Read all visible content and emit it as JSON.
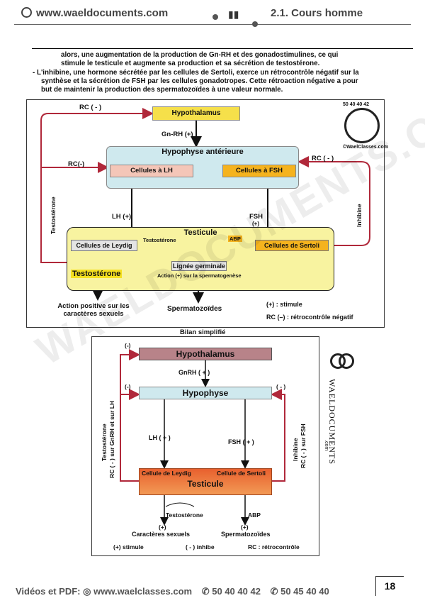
{
  "header": {
    "site": "www.waeldocuments.com",
    "title": "2.1. Cours homme"
  },
  "text": {
    "line1": "alors, une augmentation de la production de Gn-RH et des gonadostimulines, ce qui",
    "line2": "stimule le testicule et augmente sa production et sa sécrétion de testostérone.",
    "line3": "- L'inhibine, une hormone sécrétée par les cellules de Sertoli, exerce un rétrocontrôle négatif sur la",
    "line4": "synthèse et la sécrétion de FSH par les cellules gonadotropes. Cette rétroaction négative a pour",
    "line5": "but de maintenir la production des spermatozoïdes à une valeur normale."
  },
  "fig1": {
    "rc_top": "RC ( - )",
    "hypothalamus": "Hypothalamus",
    "gnrh": "Gn-RH (+)",
    "hypophyse": "Hypophyse antérieure",
    "rc_left": "RC(-)",
    "rc_right": "RC ( - )",
    "cell_lh": "Cellules à LH",
    "cell_fsh": "Cellules à FSH",
    "testosterone_side": "Testostérone",
    "inhibine_side": "Inhibine",
    "lh": "LH     (+)",
    "fsh": "FSH",
    "fsh_plus": "(+)",
    "testicule": "Testicule",
    "leydig": "Cellules de Leydig",
    "testo_small": "Testostérone",
    "abp": "ABP",
    "sertoli": "Cellules de Sertoli",
    "testosterone": "Testostérone",
    "lignee": "Lignée germinale",
    "action_sperm": "Action (+) sur la spermatogenèse",
    "action_pos_1": "Action positive sur les",
    "action_pos_2": "caractères sexuels",
    "spermatozoides": "Spermatozoïdes",
    "legend_plus": "(+) : stimule",
    "legend_rc": "RC (–) : rétrocontrôle négatif"
  },
  "fig2": {
    "title": "Bilan simplifié",
    "minus1": "(-)",
    "minus2": "(-)",
    "minus3": "( - )",
    "hypothalamus": "Hypothalamus",
    "gnrh": "GnRH  ( + )",
    "hypophyse": "Hypophyse",
    "left_vert_1": "Testostérone",
    "left_vert_2": "RC ( - ) sur GnRH et sur LH",
    "right_vert_1": "Inhibine",
    "right_vert_2": "RC ( - ) sur FSH",
    "lh": "LH  ( + )",
    "fsh": "FSH    ( + )",
    "leydig": "Cellule de Leydig",
    "sertoli": "Cellule de Sertoli",
    "testicule": "Testicule",
    "testosterone": "Testostérone",
    "abp": "ABP",
    "plus1": "(+)",
    "plus2": "(+)",
    "caracteres": "Caractères sexuels",
    "spermato": "Spermatozoïdes",
    "legend_stim": "(+) stimule",
    "legend_inh": "( - ) inhibe",
    "legend_rc": "RC : rétrocontrôle"
  },
  "logos": {
    "brand_top": "©WaelClasses.com",
    "phone_small": "50 40 40 42",
    "brand_side": "WAELDOCUMENTS",
    "brand_side_com": ".com"
  },
  "watermark": "WAELDOCUMENTS.COM",
  "footer": {
    "label": "Vidéos et PDF:",
    "site": "www.waelclasses.com",
    "phone1": "50 40 40 42",
    "phone2": "50 45 40 40"
  },
  "page_number": "18",
  "colors": {
    "arrow_red": "#b0283a",
    "yellow": "#f6e04a",
    "orange": "#f5b31e",
    "light_blue": "#cfe9ee"
  }
}
